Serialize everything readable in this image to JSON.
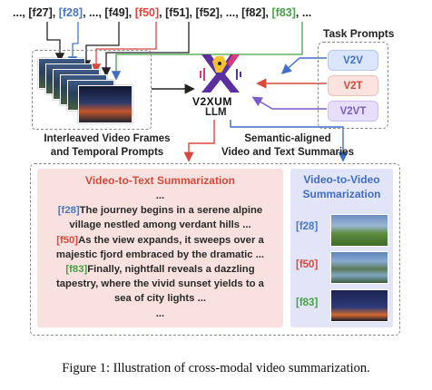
{
  "frame_tokens": [
    {
      "text": "..., [f27], ",
      "color": "dark"
    },
    {
      "text": "[f28]",
      "color": "blue"
    },
    {
      "text": ", ..., [f49], ",
      "color": "dark"
    },
    {
      "text": "[f50]",
      "color": "red"
    },
    {
      "text": ", [f51], [f52], ..., [f82], ",
      "color": "dark"
    },
    {
      "text": "[f83]",
      "color": "green"
    },
    {
      "text": ", ...",
      "color": "dark"
    }
  ],
  "task_prompts": {
    "title": "Task Prompts",
    "items": [
      "V2V",
      "V2T",
      "V2VT"
    ]
  },
  "llm": {
    "name": "V2XUM",
    "subtitle": "LLM"
  },
  "captions": {
    "left_line1": "Interleaved Video Frames",
    "left_line2": "and Temporal Prompts",
    "right_line1": "Semantic-aligned",
    "right_line2": "Video and Text Summaries"
  },
  "v2t": {
    "title": "Video-to-Text Summarization",
    "ellipsis_top": "...",
    "seg1_tag": "[f28]",
    "seg1_line1": "The journey begins in a serene alpine",
    "seg1_line2": "village nestled among verdant hills ...",
    "seg2_tag": "[f50]",
    "seg2_line1": "As the view expands, it sweeps over a",
    "seg2_line2": "majestic fjord embraced by the dramatic ...",
    "seg3_tag": "[f83]",
    "seg3_line1": "Finally, nightfall reveals a dazzling",
    "seg3_line2": "tapestry, where the vivid sunset yields to a",
    "seg3_line3": "sea of city lights ...",
    "ellipsis_bottom": "..."
  },
  "v2v": {
    "title_line1": "Video-to-Video",
    "title_line2": "Summarization",
    "tags": [
      "[f28]",
      "[f50]",
      "[f83]"
    ]
  },
  "colors": {
    "blue": "#4a78c0",
    "red": "#d8483d",
    "green": "#44a244",
    "purple": "#7a5cc6"
  },
  "figure_caption": "Figure 1: Illustration of cross-modal video summarization."
}
